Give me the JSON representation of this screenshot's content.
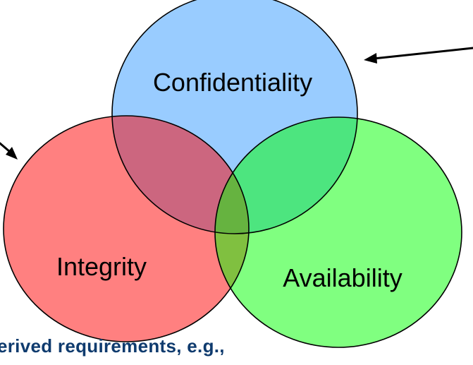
{
  "diagram": {
    "circles": [
      {
        "key": "confidentiality",
        "label": "Confidentiality",
        "color": "#99ccff"
      },
      {
        "key": "integrity",
        "label": "Integrity",
        "color": "#ff8080"
      },
      {
        "key": "availability",
        "label": "Availability",
        "color": "#80ff80"
      }
    ],
    "overlap_colors": {
      "confidentiality_integrity": "#cc667f",
      "confidentiality_availability": "#4de57f",
      "integrity_availability": "#80c040",
      "all_three": "#66b340"
    },
    "outline_color": "#000000"
  },
  "footer": {
    "text": "erived requirements, e.g.,",
    "color": "#0f3b6e"
  }
}
